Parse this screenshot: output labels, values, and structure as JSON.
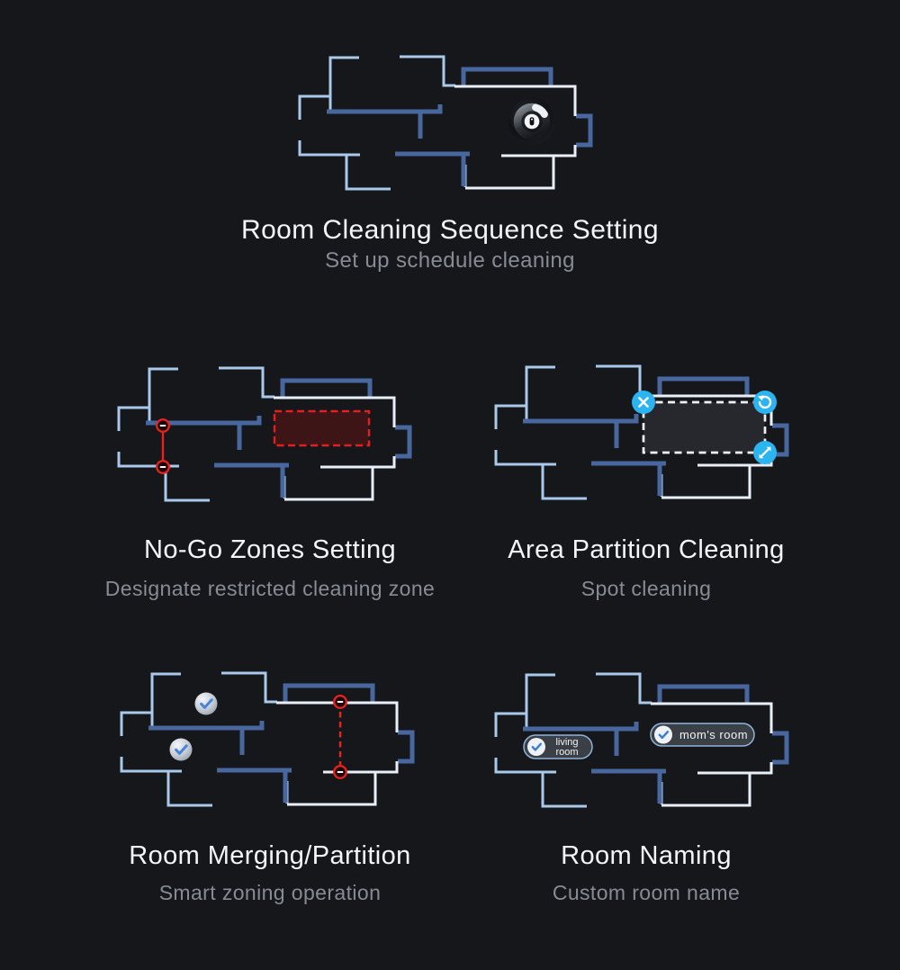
{
  "page": {
    "background": "#15171b",
    "accent_blue": "#2ab4f0",
    "alert_red": "#e8221f",
    "map_line_light": "#a9c9ea",
    "map_line_steel": "#48679f",
    "map_line_white": "#e9eff8"
  },
  "sections": {
    "sequence": {
      "title": "Room Cleaning Sequence Setting",
      "subtitle": "Set up schedule cleaning"
    },
    "nogo": {
      "title": "No-Go Zones Setting",
      "subtitle": "Designate restricted cleaning zone"
    },
    "partition": {
      "title": "Area Partition Cleaning",
      "subtitle": "Spot cleaning"
    },
    "merging": {
      "title": "Room Merging/Partition",
      "subtitle": "Smart zoning operation"
    },
    "naming": {
      "title": "Room Naming",
      "subtitle": "Custom room name"
    }
  },
  "room_labels": {
    "living": {
      "line1": "living",
      "line2": "room"
    },
    "moms": "mom's room"
  },
  "icons": {
    "robot": "robot-vacuum-icon",
    "close": "close-icon",
    "rotate": "rotate-icon",
    "resize": "resize-icon",
    "check": "checkmark-icon",
    "no_entry": "no-entry-icon"
  }
}
